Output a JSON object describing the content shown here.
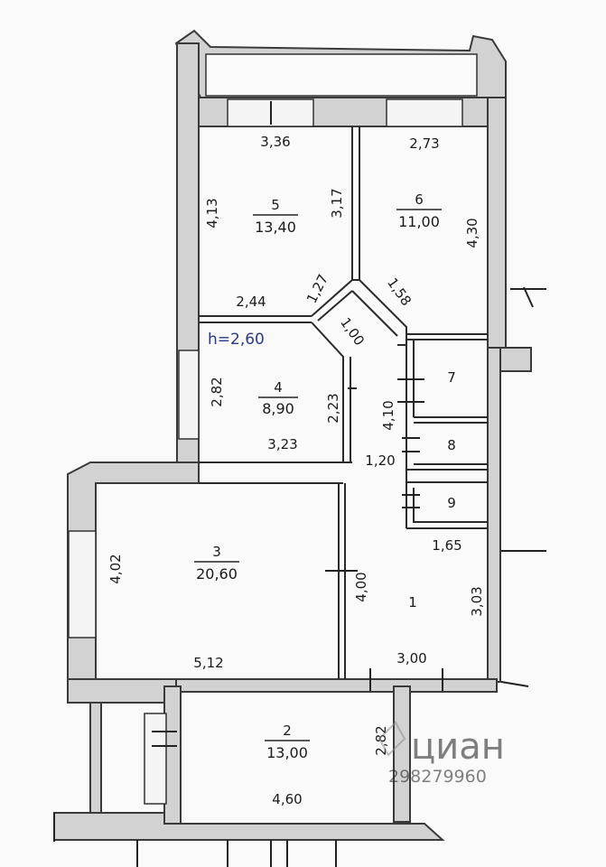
{
  "ceiling_height": "h=2,60",
  "rooms": [
    {
      "number": "1",
      "area": ""
    },
    {
      "number": "2",
      "area": "13,00"
    },
    {
      "number": "3",
      "area": "20,60"
    },
    {
      "number": "4",
      "area": "8,90"
    },
    {
      "number": "5",
      "area": "13,40"
    },
    {
      "number": "6",
      "area": "11,00"
    },
    {
      "number": "7",
      "area": ""
    },
    {
      "number": "8",
      "area": ""
    },
    {
      "number": "9",
      "area": ""
    }
  ],
  "dimensions": {
    "r5_top": "3,36",
    "r5_left": "4,13",
    "r5_right": "3,17",
    "r5_bottom": "2,44",
    "r6_top": "2,73",
    "r6_right": "4,30",
    "diag_a": "1,27",
    "diag_b": "1,58",
    "diag_c": "1,00",
    "r4_left": "2,82",
    "r4_right": "2,23",
    "r4_bottom": "3,23",
    "corridor_right": "4,10",
    "corridor_width": "1,20",
    "r3_left": "4,02",
    "r3_right": "4,00",
    "r3_bottom": "5,12",
    "r1_top": "1,65",
    "r1_right": "3,03",
    "r1_bottom": "3,00",
    "r2_right": "2,82",
    "r2_bottom": "4,60"
  },
  "watermark": {
    "brand": "циан",
    "code": "298279960"
  },
  "colors": {
    "wall_fill": "#d2d2d2",
    "line": "#2a2a2a",
    "height_label": "#2a3a8a"
  }
}
